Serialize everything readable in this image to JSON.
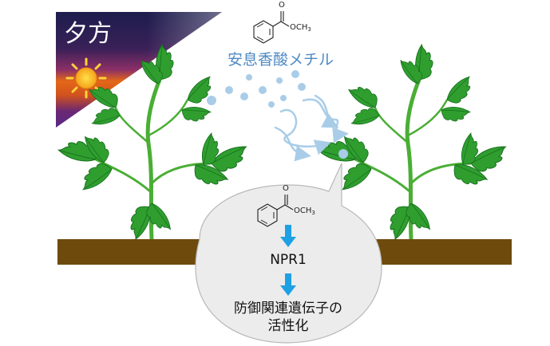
{
  "corner_label": "夕方",
  "volatile_name": "安息香酸メチル",
  "methyl_group": "OCH",
  "methyl_subscript": "3",
  "carbonyl_oxygen": "O",
  "receptor": "NPR1",
  "outcome_line1": "防御関連遺伝子の",
  "outcome_line2": "活性化",
  "icons": [
    "sun-icon",
    "tomato-plant-left",
    "tomato-plant-right",
    "benzoate-molecule"
  ],
  "colors": {
    "text_blue": "#4f8ac4",
    "dot_blue": "#a9cde8",
    "arrow_blue": "#1ea0e4",
    "soil": "#6e4a0c",
    "leaf": "#2f9e2f",
    "leaf_dark": "#176e1c",
    "bubble_fill": "#ececec",
    "sky_top": "#1c1d4d",
    "sky_mid": "#7a2c6a",
    "sky_low": "#ee7a16"
  }
}
